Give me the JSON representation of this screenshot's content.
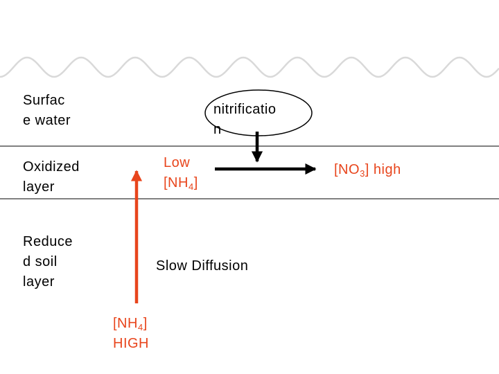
{
  "colors": {
    "wave": "#d9d9d9",
    "boundary_line": "#000000",
    "text": "#000000",
    "accent_text": "#e8451c",
    "up_arrow": "#e8451c",
    "arrow": "#000000",
    "ellipse_stroke": "#000000"
  },
  "layers": {
    "surface_water": {
      "line1": "Surfac",
      "line2": "e water"
    },
    "oxidized_layer": {
      "line1": "Oxidized",
      "line2": "layer"
    },
    "reduced_soil_layer": {
      "line1": "Reduce",
      "line2": "d soil",
      "line3": "layer"
    }
  },
  "process": {
    "nitrification_line1": "nitrificatio",
    "nitrification_line2": "n",
    "slow_diffusion": "Slow Diffusion"
  },
  "species": {
    "low_nh4": {
      "prefix": "Low",
      "base": "[NH",
      "sub": "4",
      "close": "]"
    },
    "nh4_high": {
      "base": "[NH",
      "sub": "4",
      "close": "]",
      "suffix": "HIGH"
    },
    "no3_high": {
      "base": "[NO",
      "sub": "3",
      "close": "]",
      "suffix": " high"
    }
  }
}
